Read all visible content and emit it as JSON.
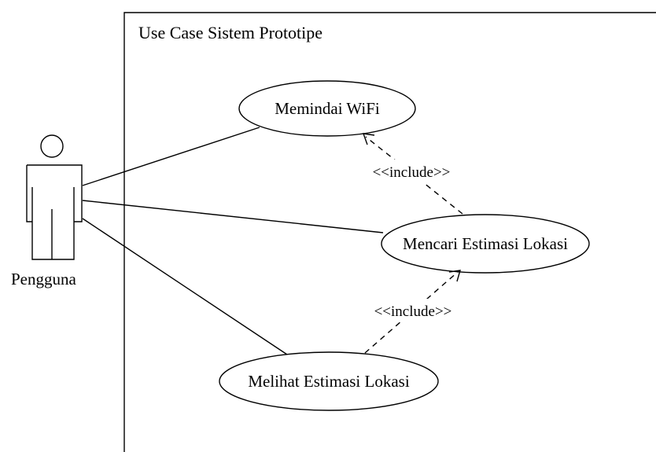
{
  "diagram": {
    "system_boundary": {
      "title": "Use Case Sistem Prototipe"
    },
    "actor": {
      "name": "Pengguna"
    },
    "use_cases": [
      {
        "id": "uc1",
        "label": "Memindai WiFi"
      },
      {
        "id": "uc2",
        "label": "Mencari Estimasi Lokasi"
      },
      {
        "id": "uc3",
        "label": "Melihat Estimasi Lokasi"
      }
    ],
    "relations": [
      {
        "type": "include",
        "label": "<<include>>",
        "from": "uc2",
        "to": "uc1"
      },
      {
        "type": "include",
        "label": "<<include>>",
        "from": "uc3",
        "to": "uc2"
      }
    ],
    "associations": [
      {
        "from": "actor",
        "to": "uc1"
      },
      {
        "from": "actor",
        "to": "uc2"
      },
      {
        "from": "actor",
        "to": "uc3"
      }
    ]
  }
}
